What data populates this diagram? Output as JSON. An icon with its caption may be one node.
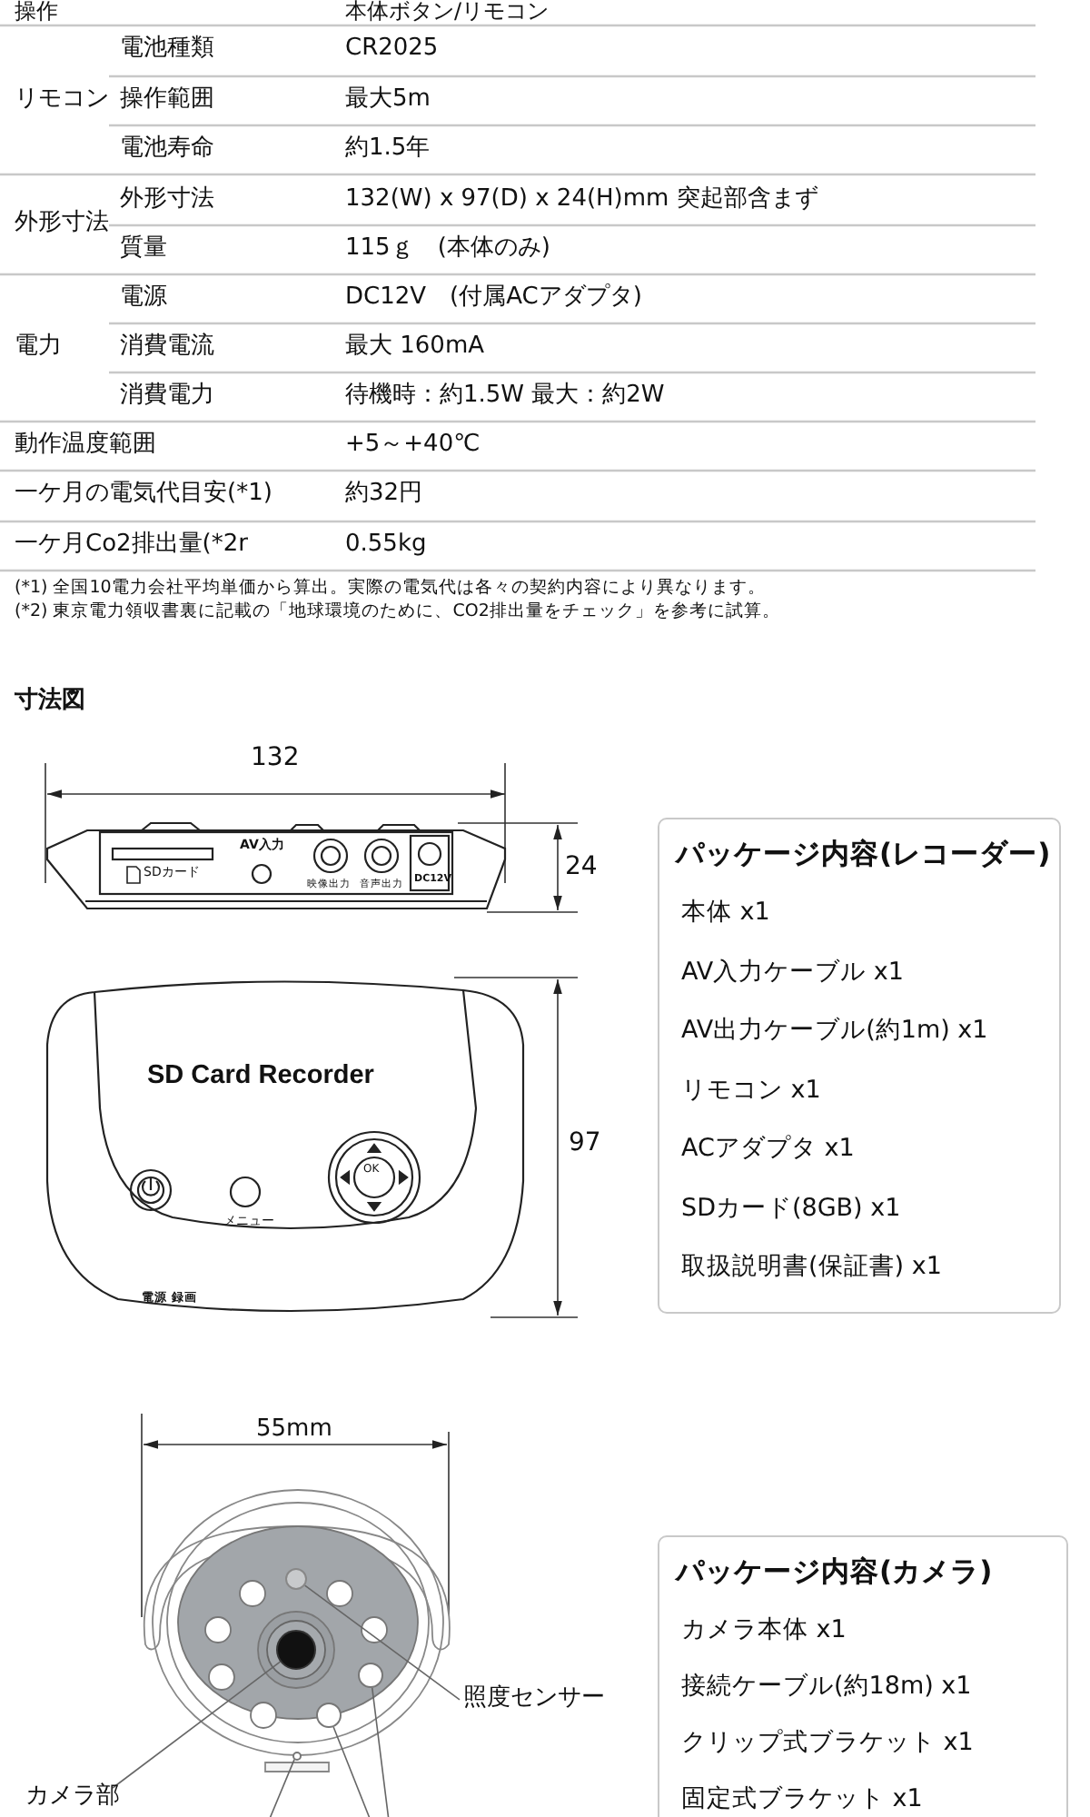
{
  "diagram": {
    "nodes": [
      {
        "text": [
          "パッケージ内容(レコーダー)",
          "本体 x1",
          "AV入力ケーブル x1",
          "AV出力ケーブル(約1m) x1",
          "リモコン x1",
          "ACアダプタ x1",
          "SDカード(8GB) x1",
          "取扱説明書(保証書) x1"
        ]
      },
      {
        "text": [
          "パッケージ内容(カメラ)",
          "カメラ本体 x1",
          "接続ケーブル(約18m) x1",
          "クリップ式ブラケット x1",
          "固定式ブラケット x1"
        ]
      },
      {
        "text": [
          "照度センサー"
        ]
      },
      {
        "text": [],
        "shape": "circle"
      },
      {
        "text": [
          "カメラ部"
        ]
      },
      {
        "text": [],
        "shape": "circle"
      },
      {
        "text": [],
        "shape": "circle"
      },
      {
        "text": [],
        "shape": "circle"
      },
      {
        "text": [],
        "shape": "circle"
      }
    ],
    "edges": [
      {
        "from": 2,
        "to": 3,
        "arrow": "none"
      },
      {
        "from": 4,
        "to": 5,
        "arrow": "none"
      },
      {
        "from": null,
        "to": 6,
        "arrow": "none"
      },
      {
        "from": null,
        "to": 7,
        "arrow": "none"
      },
      {
        "from": null,
        "to": 8,
        "arrow": "none"
      }
    ],
    "labels": [
      "操作",
      "本体ボタン/リモコン",
      "リモコン",
      "電池種類",
      "CR2025",
      "操作範囲",
      "最大5m",
      "電池寿命",
      "約1.5年",
      "外形寸法",
      "外形寸法",
      "132(W) x 97(D) x 24(H)mm 突起部含まず",
      "質量",
      "115ｇ　(本体のみ)",
      "電力",
      "電源",
      "DC12V　(付属ACアダプタ)",
      "消費電流",
      "最大 160mA",
      "消費電力",
      "待機時：約1.5W  最大：約2W",
      "動作温度範囲",
      "+5～+40℃",
      "一ケ月の電気代目安(*1)",
      "約32円",
      "一ケ月Co2排出量(*2r",
      "0.55kg",
      "(*1) 全国10電力会社平均単価から算出。実際の電気代は各々の契約内容により異なります。",
      "(*2) 東京電力領収書裏に記載の「地球環境のために、CO2排出量をチェック」を参考に試算。",
      "寸法図",
      "132",
      "AV入力",
      "SDカード",
      "映像出力",
      "音声出力",
      "DC12V",
      "24",
      "SD Card Recorder",
      "OK",
      "メニュー",
      "電源 録画",
      "97",
      "55mm"
    ]
  }
}
